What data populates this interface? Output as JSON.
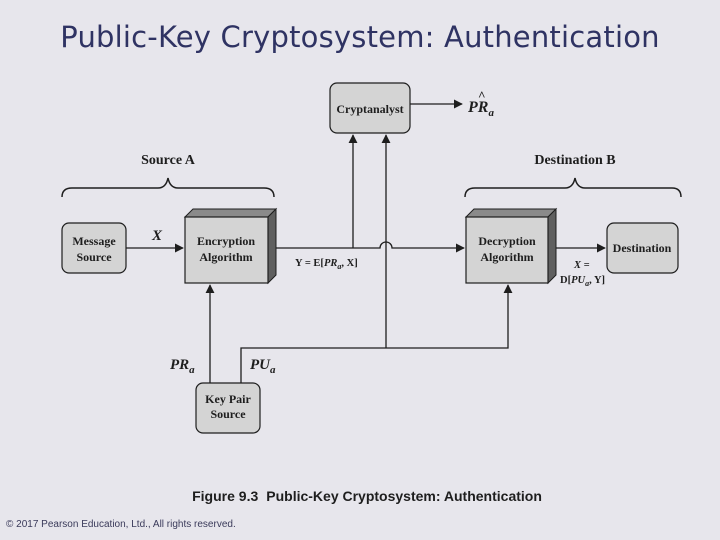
{
  "title": "Public-Key Cryptosystem:  Authentication",
  "diagram": {
    "cryptanalyst": "Cryptanalyst",
    "pr_hat_label": "PR",
    "pr_hat_sub": "a",
    "pr_hat_accent": "^",
    "source_label": "Source A",
    "destination_label": "Destination B",
    "message_source": [
      "Message",
      "Source"
    ],
    "encryption": [
      "Encryption",
      "Algorithm"
    ],
    "decryption": [
      "Decryption",
      "Algorithm"
    ],
    "destination": "Destination",
    "key_pair_source": [
      "Key Pair",
      "Source"
    ],
    "x_label": "X",
    "y_eq": {
      "pre": "Y = E[",
      "var": "PR",
      "sub": "a",
      "post": ", X]"
    },
    "x_eq_line1": "X =",
    "x_eq_line2": {
      "pre": "D[",
      "var": "PU",
      "sub": "a",
      "post": ", Y]"
    },
    "pr_a": {
      "var": "PR",
      "sub": "a"
    },
    "pu_a": {
      "var": "PU",
      "sub": "a"
    }
  },
  "caption": {
    "fig": "Figure 9.3",
    "text": "Public-Key Cryptosystem: Authentication"
  },
  "copyright": "© 2017 Pearson Education, Ltd., All rights reserved.",
  "colors": {
    "title": "#2f3363",
    "box_fill": "#d4d4d4",
    "box_dark": "#7a7a7a",
    "background": "#e7e6ec"
  }
}
